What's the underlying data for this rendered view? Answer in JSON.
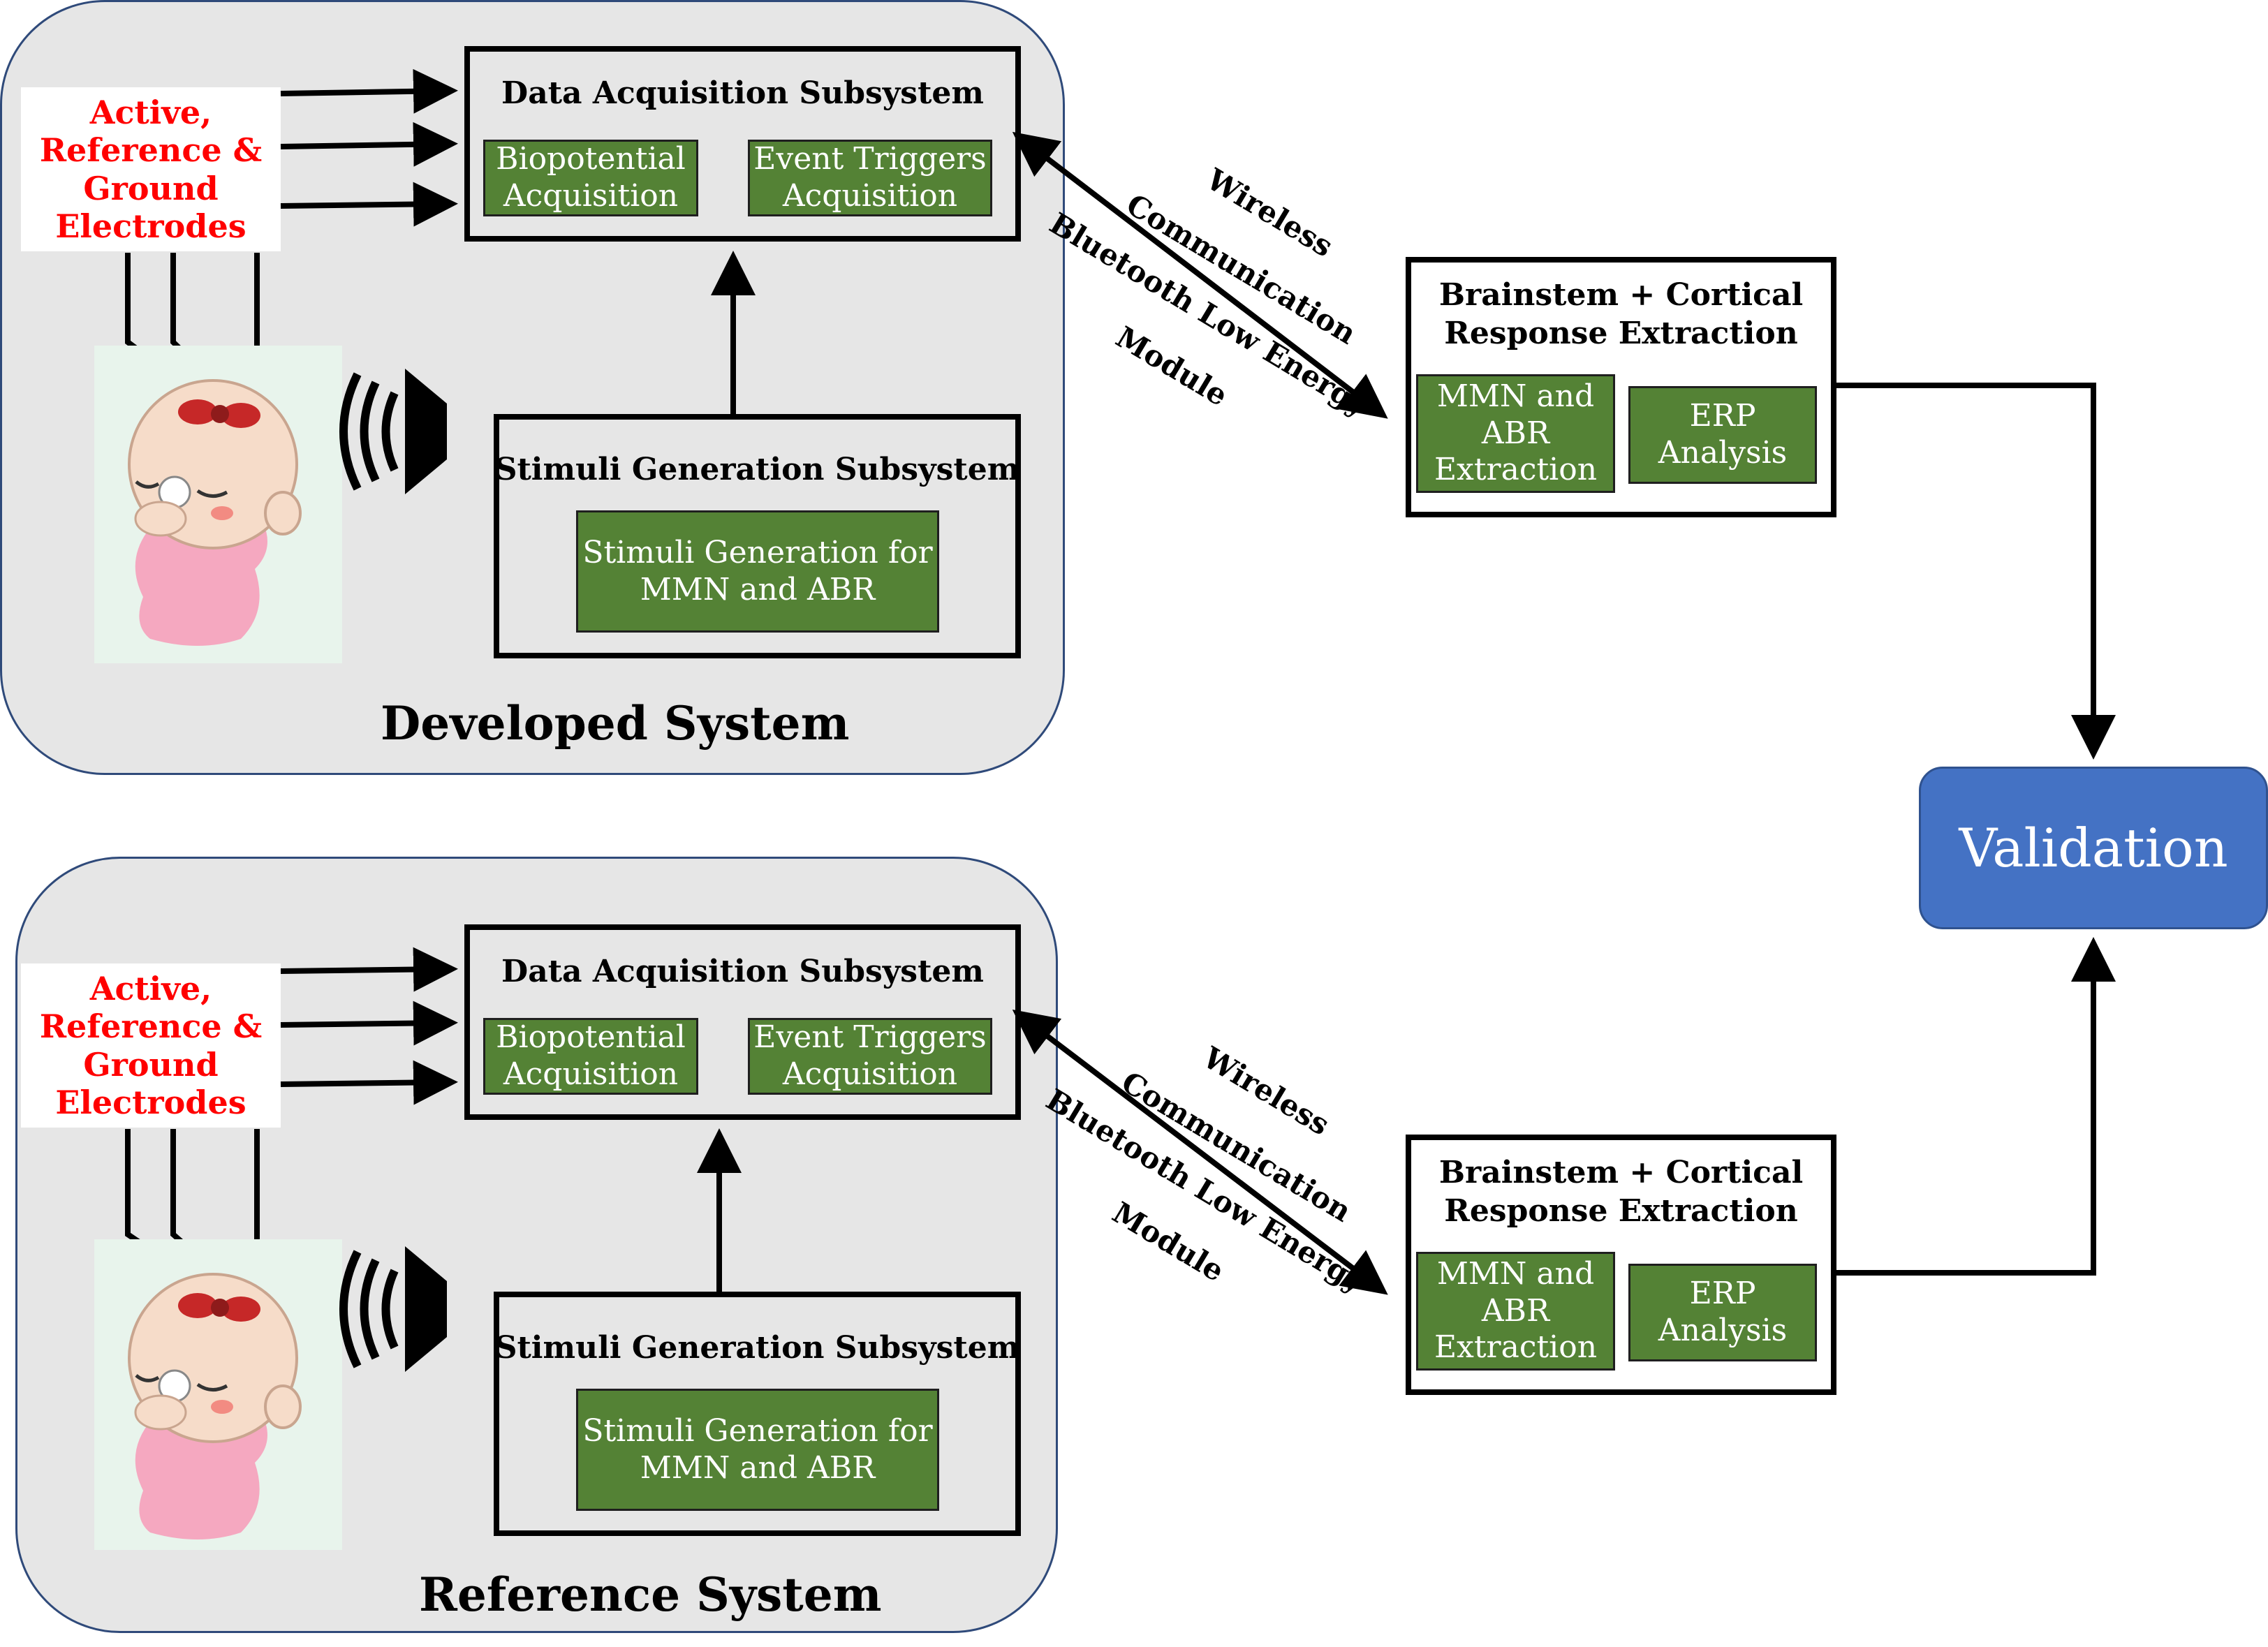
{
  "developed": {
    "title": "Developed System",
    "electrodes": [
      "Active,",
      "Reference &",
      "Ground",
      "Electrodes"
    ],
    "daq_title": "Data Acquisition Subsystem",
    "bio_label": "Biopotential Acquisition",
    "event_label": "Event Triggers Acquisition",
    "stim_title": "Stimuli Generation Subsystem",
    "stim_box": "Stimuli Generation for MMN and ABR"
  },
  "reference": {
    "title": "Reference System",
    "electrodes": [
      "Active,",
      "Reference &",
      "Ground",
      "Electrodes"
    ],
    "daq_title": "Data Acquisition Subsystem",
    "bio_label": "Biopotential Acquisition",
    "event_label": "Event Triggers Acquisition",
    "stim_title": "Stimuli Generation Subsystem",
    "stim_box": "Stimuli Generation for MMN and ABR"
  },
  "wireless": {
    "line1": "Wireless",
    "line2": "Communication",
    "line3": "Bluetooth Low Energy",
    "line4": "Module"
  },
  "extraction_top": {
    "title_line1": "Brainstem + Cortical",
    "title_line2": "Response Extraction",
    "mmn": "MMN and ABR Extraction",
    "erp": "ERP Analysis"
  },
  "extraction_bottom": {
    "title_line1": "Brainstem + Cortical",
    "title_line2": "Response Extraction",
    "mmn": "MMN and ABR Extraction",
    "erp": "ERP Analysis"
  },
  "validation": "Validation",
  "colors": {
    "panel_bg": "#e6e6e6",
    "green_box": "#548235",
    "validation_box": "#4472c4",
    "electrode_text": "#ff0000"
  },
  "icons": [
    "sleeping-baby-icon",
    "speaker-icon"
  ]
}
